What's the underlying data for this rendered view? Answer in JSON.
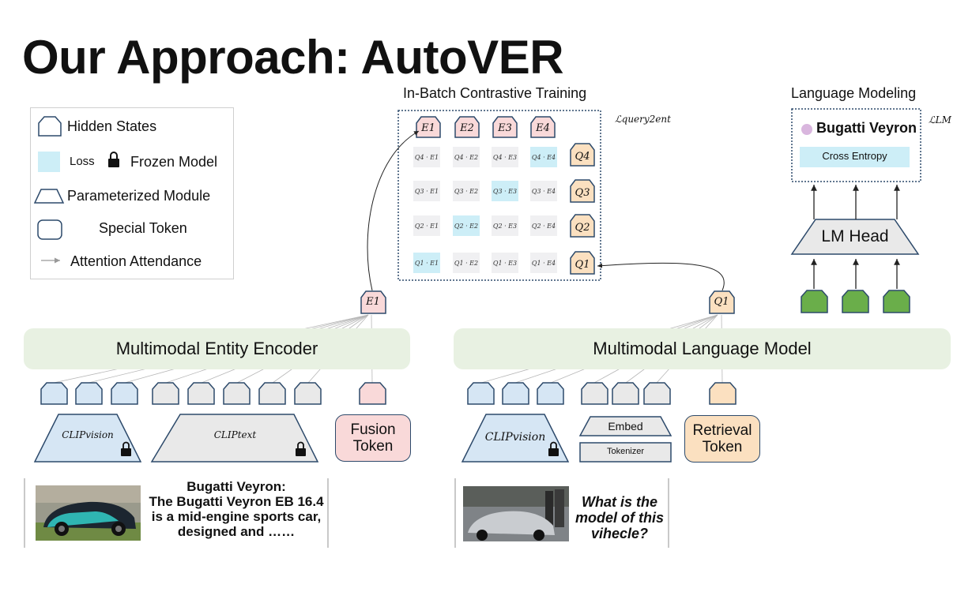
{
  "title": "Our Approach: AutoVER",
  "legend": {
    "hidden_states": "Hidden States",
    "loss": "Loss",
    "frozen_model": "Frozen Model",
    "parameterized_module": "Parameterized Module",
    "special_token": "Special Token",
    "attention_attendance": "Attention Attendance"
  },
  "contrastive": {
    "title": "In-Batch Contrastive Training",
    "loss_label": "ℒquery2ent",
    "entities": [
      "E1",
      "E2",
      "E3",
      "E4"
    ],
    "queries": [
      "Q4",
      "Q3",
      "Q2",
      "Q1"
    ],
    "matrix": [
      [
        "Q4 · E1",
        "Q4 · E2",
        "Q4 · E3",
        "Q4 · E4"
      ],
      [
        "Q3 · E1",
        "Q3 · E2",
        "Q3 · E3",
        "Q3 · E4"
      ],
      [
        "Q2 · E1",
        "Q2 · E2",
        "Q2 · E3",
        "Q2 · E4"
      ],
      [
        "Q1 · E1",
        "Q1 · E2",
        "Q1 · E3",
        "Q1 · E4"
      ]
    ],
    "highlight_cols": [
      3,
      2,
      1,
      0
    ]
  },
  "lm": {
    "title": "Language Modeling",
    "loss_label": "ℒLM",
    "output": "Bugatti Veyron",
    "loss_name": "Cross Entropy",
    "head": "LM Head"
  },
  "entity_encoder": {
    "label": "Multimodal Entity Encoder",
    "output_token": "E1",
    "clip_vision": "CLIPvision",
    "clip_text": "CLIPtext",
    "fusion": [
      "Fusion",
      "Token"
    ],
    "caption": [
      "Bugatti Veyron:",
      "The Bugatti Veyron EB 16.4",
      "is a mid-engine sports car,",
      "designed and ……"
    ]
  },
  "language_model": {
    "label": "Multimodal Language Model",
    "output_token": "Q1",
    "clip_vision": "CLIPvision",
    "embed": "Embed",
    "tokenizer": "Tokenizer",
    "retrieval": [
      "Retrieval",
      "Token"
    ],
    "question": [
      "What is the",
      "model of this",
      "vihecle?"
    ]
  },
  "colors": {
    "entity_pink": "#f9d9d9",
    "query_orange": "#fbe0c0",
    "vision_blue": "#d6e6f4",
    "text_gray": "#e9e9e9",
    "loss_cyan": "#cdeef7",
    "band_green": "#e8f1e2",
    "lm_green": "#6aae4a",
    "outline": "#2d4a6b"
  }
}
